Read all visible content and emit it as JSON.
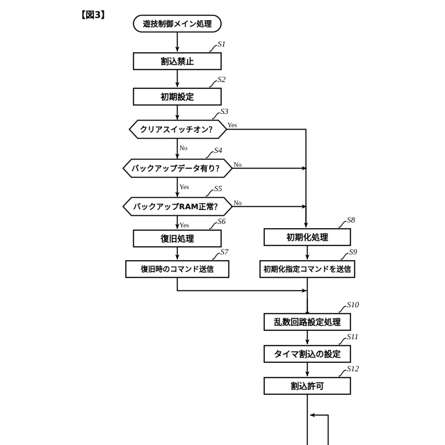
{
  "figure": {
    "label": "【図3】",
    "title_text": "遊技制御メイン処理"
  },
  "colors": {
    "background": "#ffffff",
    "stroke": "#000000",
    "fill": "#ffffff"
  },
  "nodes": {
    "start": {
      "step": "",
      "text": "遊技制御メイン処理",
      "shape": "terminator"
    },
    "s1": {
      "step": "S1",
      "text": "割込禁止",
      "shape": "process"
    },
    "s2": {
      "step": "S2",
      "text": "初期設定",
      "shape": "process"
    },
    "s3": {
      "step": "S3",
      "text": "クリアスイッチオン？",
      "shape": "decision"
    },
    "s4": {
      "step": "S4",
      "text": "バックアップデータ有り？",
      "shape": "decision"
    },
    "s5": {
      "step": "S5",
      "text": "バックアップRAM正常？",
      "shape": "decision"
    },
    "s6": {
      "step": "S6",
      "text": "復旧処理",
      "shape": "process"
    },
    "s7": {
      "step": "S7",
      "text": "復旧時のコマンド送信",
      "shape": "process"
    },
    "s8": {
      "step": "S8",
      "text": "初期化処理",
      "shape": "process"
    },
    "s9": {
      "step": "S9",
      "text": "初期化指定コマンドを送信",
      "shape": "process"
    },
    "s10": {
      "step": "S10",
      "text": "乱数回路設定処理",
      "shape": "process"
    },
    "s11": {
      "step": "S11",
      "text": "タイマ割込の設定",
      "shape": "process"
    },
    "s12": {
      "step": "S12",
      "text": "割込許可",
      "shape": "process"
    }
  },
  "branches": {
    "s3_yes": "Yes",
    "s3_no": "No",
    "s4_no": "No",
    "s4_yes": "Yes",
    "s5_no": "No",
    "s5_yes": "Yes"
  }
}
